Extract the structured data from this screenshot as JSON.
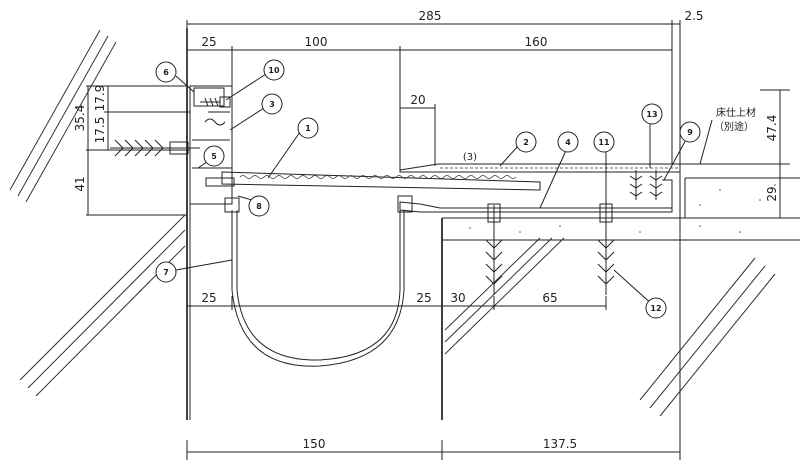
{
  "dimensions_top": {
    "overall": "285",
    "right_offset": "2.5",
    "a": "25",
    "b": "100",
    "c": "160",
    "d": "20",
    "e": "(3)"
  },
  "dimensions_left": {
    "a": "35.4",
    "b": "17.5",
    "c": "17.9",
    "d": "41"
  },
  "dimensions_right": {
    "a": "47.4",
    "b": "29"
  },
  "dimensions_middle": {
    "a": "25",
    "b": "25",
    "c": "30",
    "d": "65"
  },
  "dimensions_bottom": {
    "a": "150",
    "b": "137.5"
  },
  "floor_note": {
    "line1": "床仕上材",
    "line2": "（別途）"
  },
  "callouts": [
    "1",
    "2",
    "3",
    "4",
    "5",
    "6",
    "7",
    "8",
    "9",
    "10",
    "11",
    "12",
    "13"
  ]
}
